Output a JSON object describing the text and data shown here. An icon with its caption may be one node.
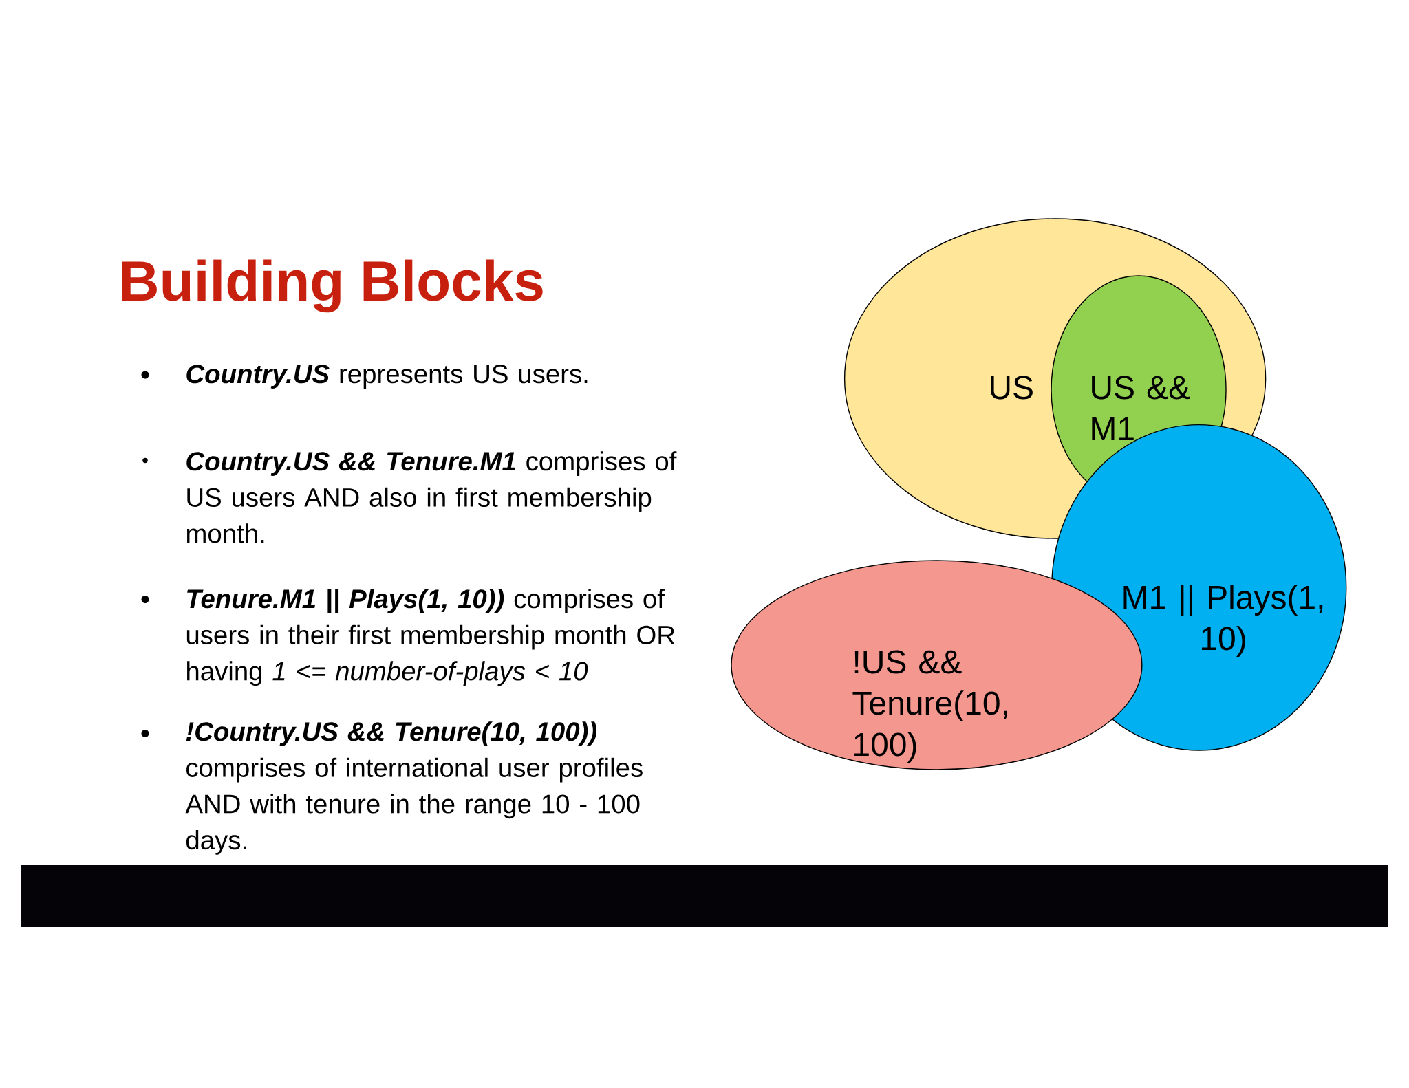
{
  "diagram": {
    "title": "Building Blocks",
    "nodes": [
      {
        "text": [
          "US"
        ]
      },
      {
        "text": [
          "US && M1"
        ],
        "in": 0
      },
      {
        "text": [
          "M1 || Plays(1, 10)"
        ]
      },
      {
        "text": [
          "!US && Tenure(10, 100)"
        ]
      }
    ],
    "labels": [
      "**Country.US** represents US users.",
      "**Country.US && Tenure.M1** comprises of US users AND also in first membership month.",
      "**Tenure.M1 || Plays(1, 10))** comprises of users in their first membership month OR having *1 <= number-of-plays < 10*",
      "**!Country.US && Tenure(10, 100))** comprises of international user profiles AND with tenure in the range 10 - 100 days."
    ]
  }
}
